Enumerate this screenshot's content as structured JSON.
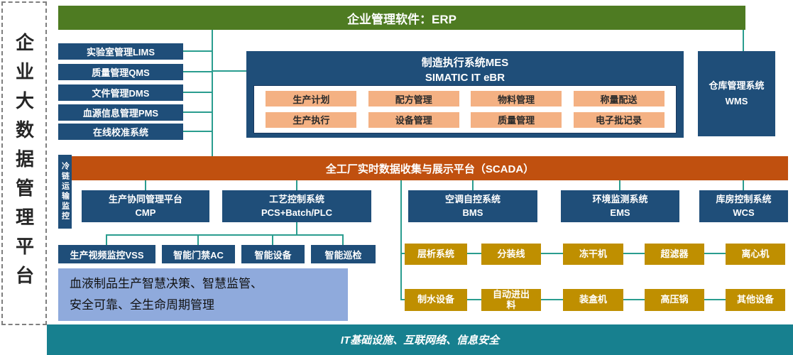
{
  "colors": {
    "erp_green": "#4e7b22",
    "navy_blue": "#1f4e79",
    "scada_orange": "#c0500f",
    "mes_module_orange": "#f4b183",
    "equipment_gold": "#bf8f00",
    "summary_light_blue": "#8faadc",
    "footer_teal": "#17808f",
    "connector_teal": "#2a9d8f"
  },
  "sidebar": {
    "title": "企业大数据管理平台"
  },
  "erp": {
    "label": "企业管理软件：ERP"
  },
  "left_modules": [
    "实验室管理LIMS",
    "质量管理QMS",
    "文件管理DMS",
    "血源信息管理PMS",
    "在线校准系统"
  ],
  "mes": {
    "title_line1": "制造执行系统MES",
    "title_line2": "SIMATIC IT eBR",
    "rows": [
      [
        "生产计划",
        "配方管理",
        "物料管理",
        "称量配送"
      ],
      [
        "生产执行",
        "设备管理",
        "质量管理",
        "电子批记录"
      ]
    ]
  },
  "wms": {
    "line1": "仓库管理系统",
    "line2": "WMS"
  },
  "cold_chain": {
    "label": "冷链运输监控"
  },
  "scada": {
    "label": "全工厂实时数据收集与展示平台（SCADA）"
  },
  "platforms": [
    {
      "line1": "生产协同管理平台",
      "line2": "CMP"
    },
    {
      "line1": "工艺控制系统",
      "line2": "PCS+Batch/PLC"
    },
    {
      "line1": "空调自控系统",
      "line2": "BMS"
    },
    {
      "line1": "环境监测系统",
      "line2": "EMS"
    },
    {
      "line1": "库房控制系统",
      "line2": "WCS"
    }
  ],
  "smart_devices": [
    "生产视频监控VSS",
    "智能门禁AC",
    "智能设备",
    "智能巡检"
  ],
  "summary": {
    "line1": "血液制品生产智慧决策、智慧监管、",
    "line2": "安全可靠、全生命周期管理"
  },
  "equipment": {
    "rows": [
      [
        "层析系统",
        "分装线",
        "冻干机",
        "超滤器",
        "离心机"
      ],
      [
        "制水设备",
        "自动进出料",
        "装盒机",
        "高压锅",
        "其他设备"
      ]
    ]
  },
  "footer": {
    "label": "IT基础设施、互联网络、信息安全"
  }
}
